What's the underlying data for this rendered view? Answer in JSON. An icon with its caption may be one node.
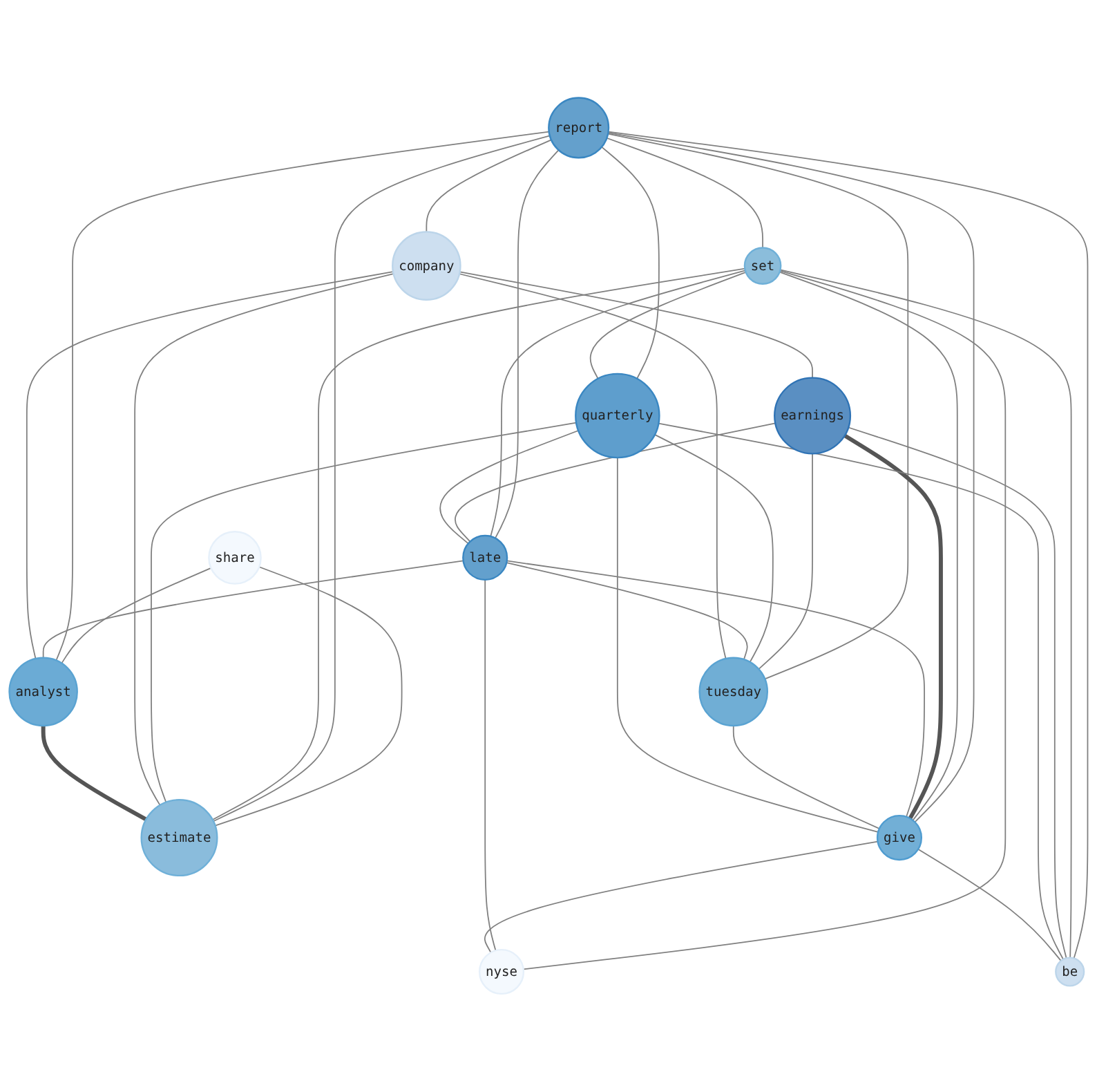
{
  "diagram": {
    "nodes": [
      {
        "text": [
          "share"
        ]
      },
      {
        "text": [
          "report"
        ]
      },
      {
        "text": [
          "company"
        ]
      },
      {
        "text": [
          "set"
        ]
      },
      {
        "text": [
          "earnings"
        ]
      },
      {
        "text": [
          "quarterly"
        ]
      },
      {
        "text": [
          "late"
        ]
      },
      {
        "text": [
          "tuesday"
        ]
      },
      {
        "text": [
          "analyst"
        ]
      },
      {
        "text": [
          "estimate"
        ]
      },
      {
        "text": [
          "give"
        ]
      },
      {
        "text": [
          "be"
        ]
      },
      {
        "text": [
          "nyse"
        ]
      }
    ],
    "edges": [
      {
        "from": 0,
        "to": 8,
        "arrow": "none"
      },
      {
        "from": 0,
        "to": 9,
        "arrow": "none"
      },
      {
        "from": 1,
        "to": 3,
        "arrow": "none"
      },
      {
        "from": 1,
        "to": 2,
        "arrow": "none"
      },
      {
        "from": 1,
        "to": 9,
        "arrow": "none"
      },
      {
        "from": 1,
        "to": 6,
        "arrow": "none"
      },
      {
        "from": 1,
        "to": 11,
        "arrow": "none"
      },
      {
        "from": 1,
        "to": 7,
        "arrow": "none"
      },
      {
        "from": 1,
        "to": 8,
        "arrow": "none"
      },
      {
        "from": 1,
        "to": 10,
        "arrow": "none"
      },
      {
        "from": 1,
        "to": 5,
        "arrow": "none"
      },
      {
        "from": 3,
        "to": 5,
        "arrow": "none"
      },
      {
        "from": 3,
        "to": 9,
        "arrow": "none"
      },
      {
        "from": 3,
        "to": 10,
        "arrow": "none"
      },
      {
        "from": 3,
        "to": 6,
        "arrow": "none"
      },
      {
        "from": 3,
        "to": 11,
        "arrow": "none"
      },
      {
        "from": 3,
        "to": 12,
        "arrow": "none"
      },
      {
        "from": 2,
        "to": 4,
        "arrow": "none"
      },
      {
        "from": 4,
        "to": 6,
        "arrow": "none"
      },
      {
        "from": 4,
        "to": 7,
        "arrow": "none"
      },
      {
        "from": 4,
        "to": 10,
        "arrow": "none",
        "style": "thick"
      },
      {
        "from": 4,
        "to": 11,
        "arrow": "none"
      },
      {
        "from": 5,
        "to": 6,
        "arrow": "none"
      },
      {
        "from": 5,
        "to": 7,
        "arrow": "none"
      },
      {
        "from": 10,
        "to": 5,
        "arrow": "none"
      },
      {
        "from": 5,
        "to": 9,
        "arrow": "none"
      },
      {
        "from": 5,
        "to": 11,
        "arrow": "none"
      },
      {
        "from": 6,
        "to": 7,
        "arrow": "none"
      },
      {
        "from": 6,
        "to": 8,
        "arrow": "none"
      },
      {
        "from": 6,
        "to": 10,
        "arrow": "none"
      },
      {
        "from": 6,
        "to": 12,
        "arrow": "none"
      },
      {
        "from": 2,
        "to": 7,
        "arrow": "none"
      },
      {
        "from": 2,
        "to": 8,
        "arrow": "none"
      },
      {
        "from": 2,
        "to": 9,
        "arrow": "none"
      },
      {
        "from": 8,
        "to": 9,
        "arrow": "none",
        "style": "thick"
      },
      {
        "from": 7,
        "to": 10,
        "arrow": "none"
      },
      {
        "from": 10,
        "to": 11,
        "arrow": "none"
      },
      {
        "from": 10,
        "to": 12,
        "arrow": "none"
      }
    ]
  }
}
